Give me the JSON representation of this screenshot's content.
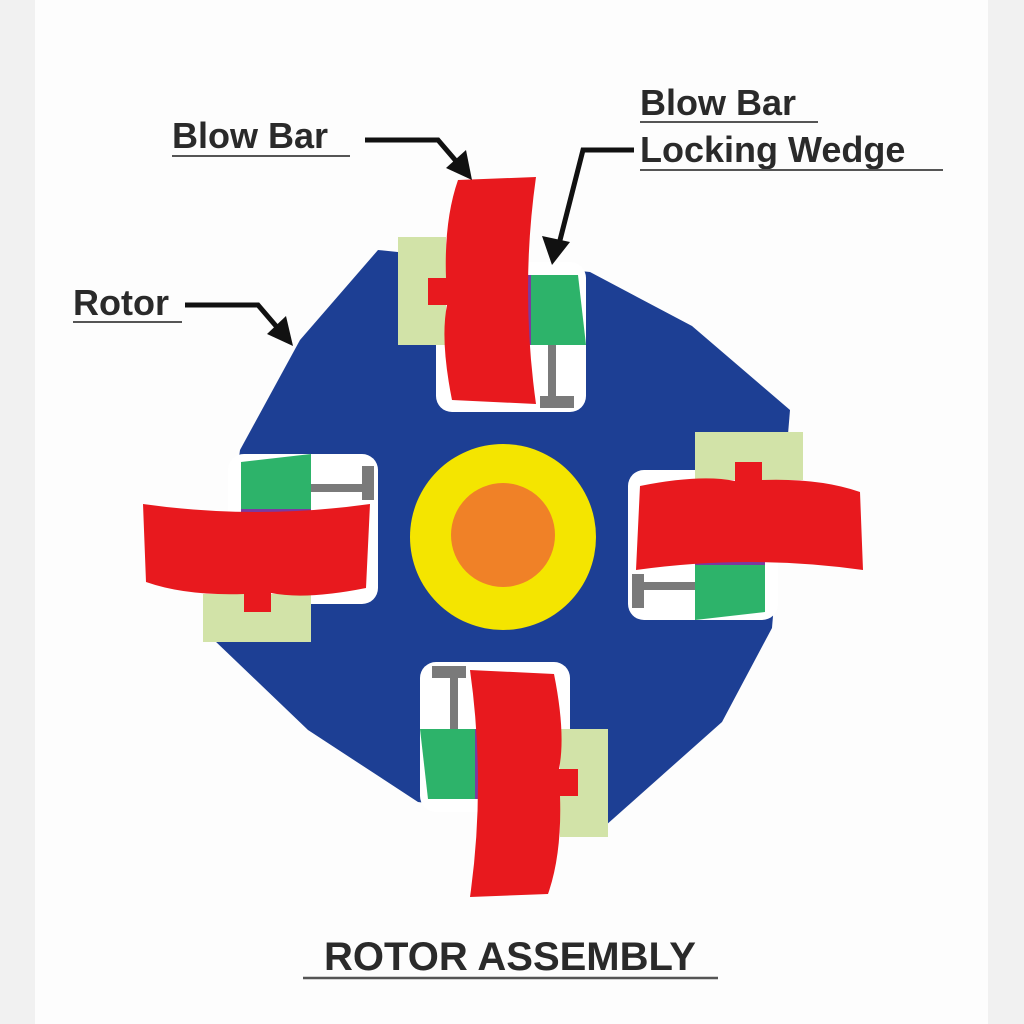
{
  "labels": {
    "blow_bar": "Blow Bar",
    "locking_wedge_line1": "Blow Bar",
    "locking_wedge_line2": "Locking Wedge",
    "rotor": "Rotor"
  },
  "title": "ROTOR ASSEMBLY",
  "colors": {
    "rotor": "#1d3f94",
    "blow_bar": "#e8191e",
    "holder": "#d2e3a8",
    "wedge": "#2db36a",
    "strip": "#7b3aa0",
    "bolt": "#7a7a7a",
    "hub": "#f4e500",
    "shaft": "#f08127"
  }
}
